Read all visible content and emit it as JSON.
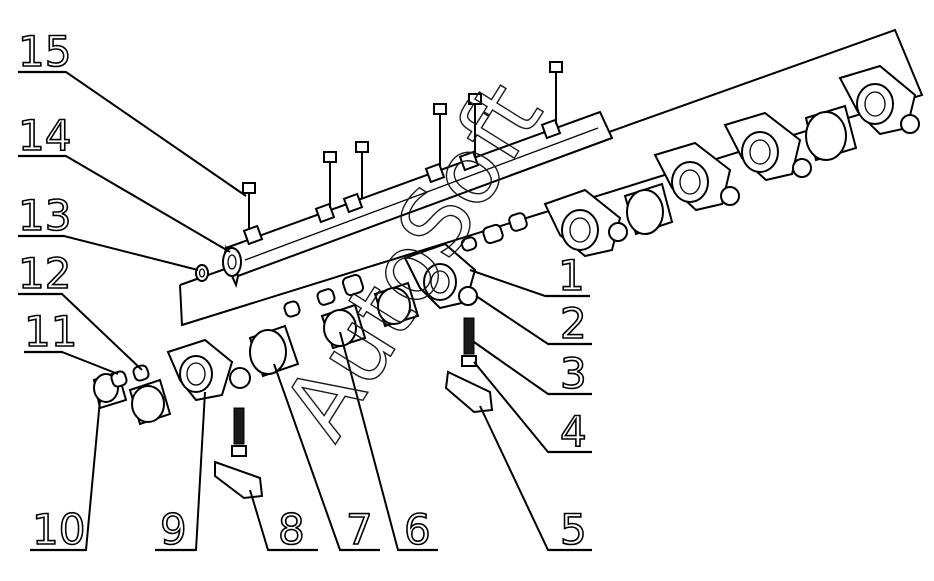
{
  "callouts": [
    "1",
    "2",
    "3",
    "4",
    "5",
    "6",
    "7",
    "8",
    "9",
    "10",
    "11",
    "12",
    "13",
    "14",
    "15"
  ],
  "watermark": "AutoSoft"
}
